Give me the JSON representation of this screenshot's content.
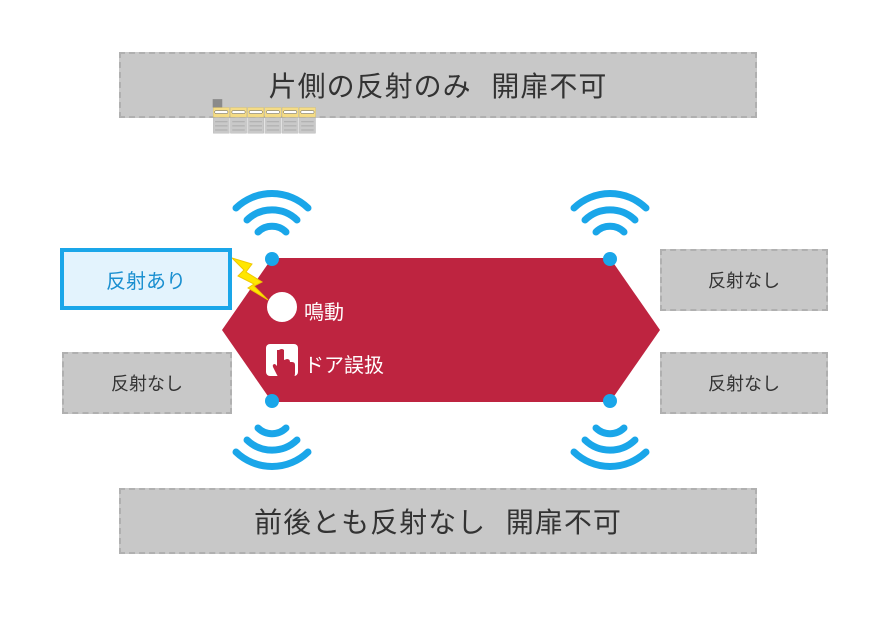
{
  "banners": {
    "top": "片側の反射のみ  開扉不可",
    "bottom": "前後とも反射なし  開扉不可"
  },
  "reflections": {
    "left_top": "反射あり",
    "left_bottom": "反射なし",
    "right_top": "反射なし",
    "right_bottom": "反射なし"
  },
  "robot": {
    "buzzer_label": "鳴動",
    "door_error_label": "ドア誤扱"
  },
  "colors": {
    "robot_body": "#be2440",
    "signal": "#1aa6e9",
    "banner_bg": "#c8c8c8",
    "reflect_highlight": "#1aa6e9",
    "cabinet_top": "#f5dc86",
    "cabinet_body": "#c9c9c9",
    "lightning": "#ffe600"
  },
  "icons": {
    "buzzer": "circle-icon",
    "door": "hand-pointer-icon",
    "signal": "wifi-signal-icon",
    "reflection": "lightning-bolt-icon"
  }
}
